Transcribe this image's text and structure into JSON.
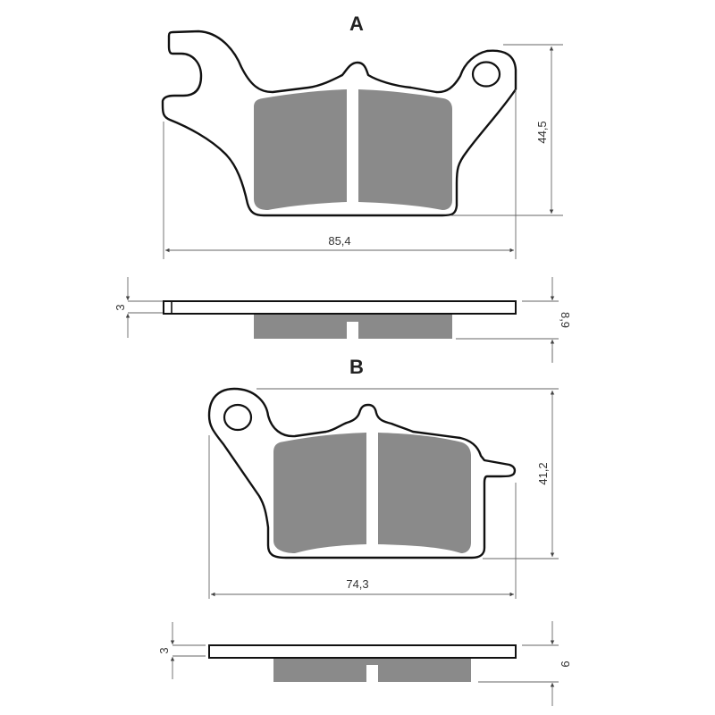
{
  "drawings": [
    {
      "id": "A",
      "label": "A",
      "width_dimension": "85,4",
      "height_dimension": "44,5",
      "backing_plate_thickness": "3",
      "total_thickness": "8,9"
    },
    {
      "id": "B",
      "label": "B",
      "width_dimension": "74,3",
      "height_dimension": "41,2",
      "backing_plate_thickness": "3",
      "total_thickness": "9"
    }
  ],
  "colors": {
    "outline": "#111111",
    "friction_material": "#8a8a8a",
    "dimension_lines": "#666666",
    "background": "#ffffff"
  }
}
